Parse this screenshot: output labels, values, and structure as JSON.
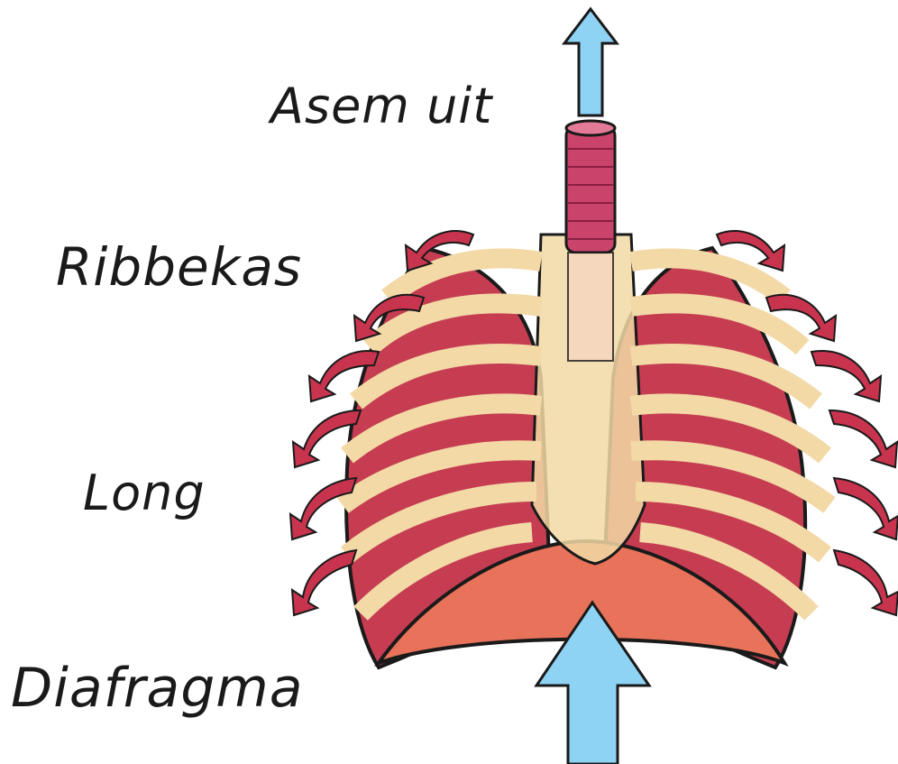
{
  "labels": {
    "exhale": "Asem uit",
    "ribcage": "Ribbekas",
    "lung": "Long",
    "diaphragm": "Diafragma"
  },
  "colors": {
    "air_arrow": "#8fd3f4",
    "rib_arrow": "#c8344e",
    "lung": "#c63d52",
    "bone": "#f2d9a6",
    "trachea": "#c9436a",
    "diaphragm": "#e8735a"
  }
}
